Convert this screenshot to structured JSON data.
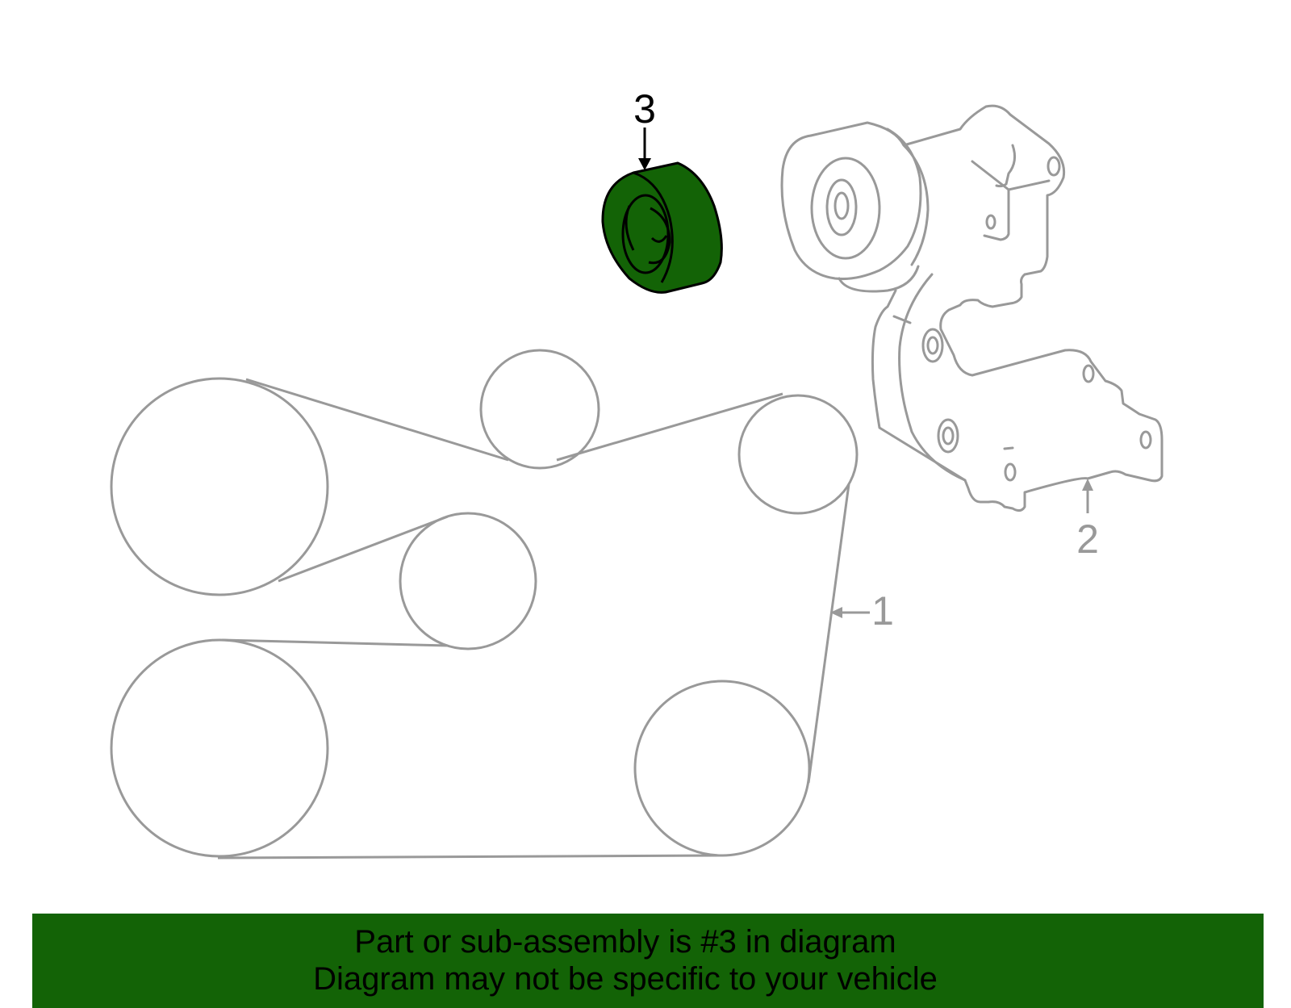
{
  "callouts": {
    "one": "1",
    "two": "2",
    "three": "3"
  },
  "banner": {
    "line1": "Part or sub-assembly is #3 in diagram",
    "line2": "Diagram may not be specific to your vehicle"
  },
  "colors": {
    "highlight": "#136306",
    "outline": "#999999",
    "highlight_label": "#000000"
  }
}
